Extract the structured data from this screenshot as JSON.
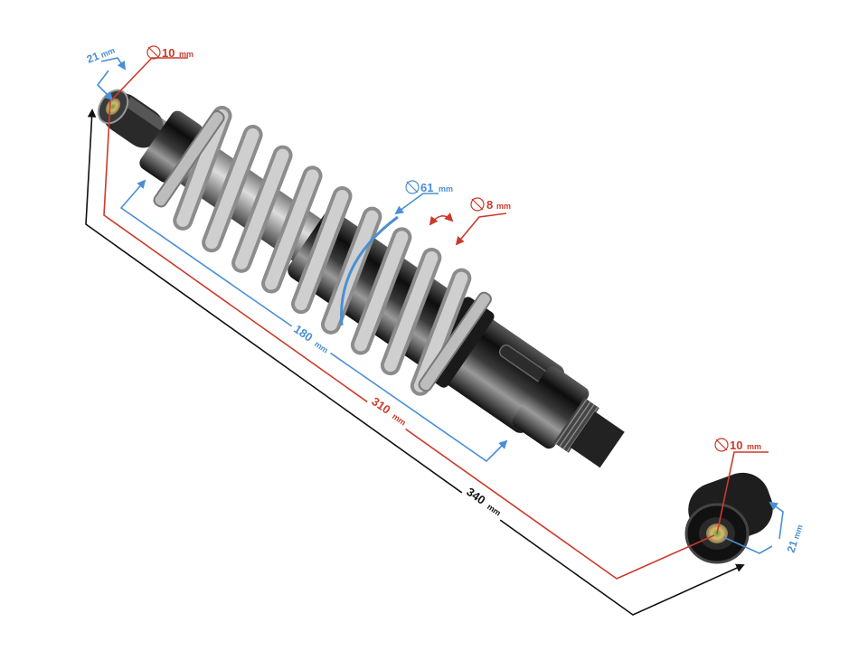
{
  "image": {
    "subject": "Rear shock absorber with coil spring",
    "background": "#ffffff"
  },
  "colors": {
    "blue_dim": "#4a8fd4",
    "red_dim": "#cc3a2c",
    "black_dim": "#111111",
    "spring": "#b9b9b9",
    "body": "#1e1e1e"
  },
  "annotations": {
    "top_eye_width": {
      "value": "21",
      "unit": "mm",
      "color": "blue"
    },
    "top_eye_bore": {
      "symbol": "⌀",
      "value": "10",
      "unit": "mm",
      "color": "red"
    },
    "spring_diameter": {
      "symbol": "⌀",
      "value": "61",
      "unit": "mm",
      "color": "blue"
    },
    "spring_wire": {
      "symbol": "⌀",
      "value": "8",
      "unit": "mm",
      "color": "red"
    },
    "spring_length": {
      "value": "180",
      "unit": "mm",
      "color": "blue"
    },
    "eye_to_eye": {
      "value": "310",
      "unit": "mm",
      "color": "red"
    },
    "overall_length": {
      "value": "340",
      "unit": "mm",
      "color": "black"
    },
    "bottom_eye_bore": {
      "symbol": "⌀",
      "value": "10",
      "unit": "mm",
      "color": "red"
    },
    "bottom_eye_width": {
      "value": "21",
      "unit": "mm",
      "color": "blue"
    }
  }
}
